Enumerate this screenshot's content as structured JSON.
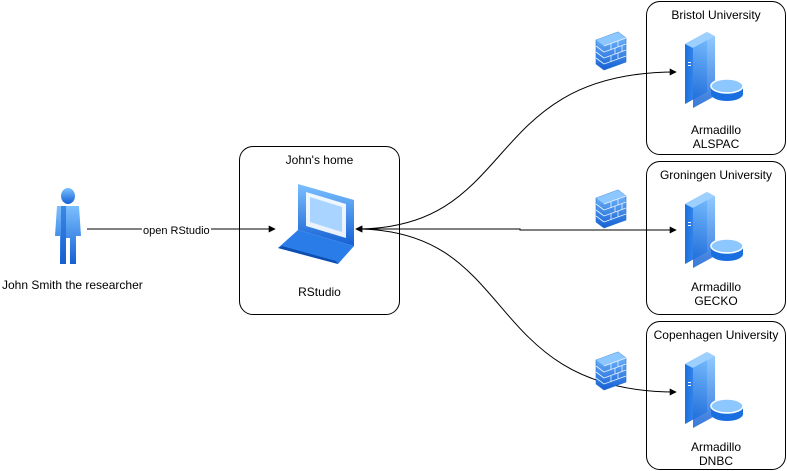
{
  "researcher": {
    "label": "John Smith the researcher"
  },
  "edge": {
    "label": "open RStudio"
  },
  "home": {
    "title": "John's home",
    "app": "RStudio"
  },
  "sites": [
    {
      "title": "Bristol University",
      "line1": "Armadillo",
      "line2": "ALSPAC"
    },
    {
      "title": "Groningen University",
      "line1": "Armadillo",
      "line2": "GECKO"
    },
    {
      "title": "Copenhagen University",
      "line1": "Armadillo",
      "line2": "DNBC"
    }
  ],
  "colors": {
    "icon_light": "#6fb0f5",
    "icon_dark": "#1463d6",
    "firewall": "#4a90e2",
    "line": "#000000"
  }
}
